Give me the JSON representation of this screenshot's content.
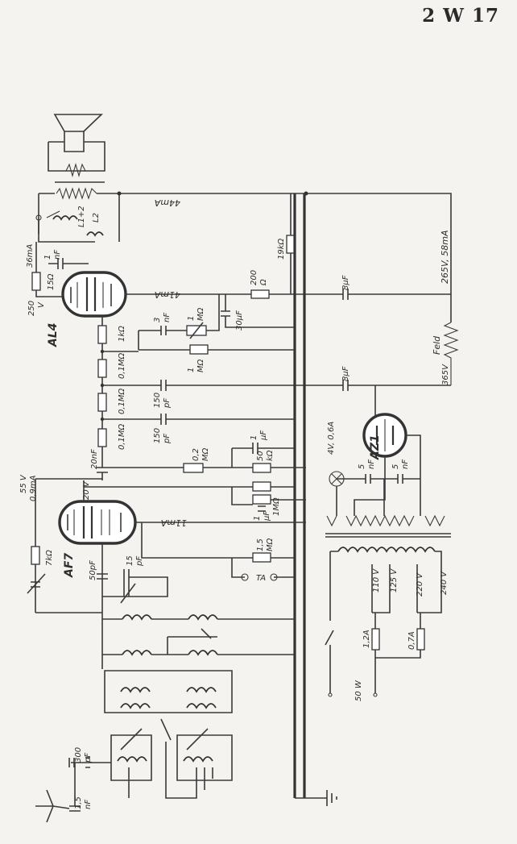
{
  "title": "2 W 17",
  "tubes": {
    "output": "AL4",
    "rf": "AF7",
    "rectifier": "AZ1"
  },
  "labels": {
    "current_44": "44mA",
    "current_41": "41mA",
    "current_11": "11mA",
    "current_36": "36mA",
    "v265": "265V, 58mA",
    "v365": "365V",
    "v250": "250",
    "v250_unit": "V",
    "v55": "55 V",
    "v55_current": "0,9mA",
    "v20": "20 V",
    "feld": "Feld",
    "lamp": "4V, 0,6A",
    "power": "50 W",
    "ta": "TA",
    "coil_l": "L1+2",
    "coil_l2": "L2"
  },
  "resistors": {
    "r19k": "19kΩ",
    "r200": "200",
    "r200_unit": "Ω",
    "r15": "15Ω",
    "r1k": "1kΩ",
    "r01a": "0,1MΩ",
    "r01b": "0,1MΩ",
    "r01c": "0,1MΩ",
    "r1m_val": "1",
    "r1m_unit": "MΩ",
    "pot1_val": "1",
    "pot1_unit": "MΩ",
    "r02_val": "0,2",
    "r02_unit": "MΩ",
    "r50_val": "50",
    "r50_unit": "kΩ",
    "r1m2": "1MΩ",
    "r15m_val": "1,5",
    "r15m_unit": "MΩ",
    "r7k": "7kΩ"
  },
  "capacitors": {
    "c1nf_val": "1",
    "c1nf_unit": "nF",
    "c3nf_val": "3",
    "c3nf_unit": "nF",
    "c30uf": "30μF",
    "c8uf_a": "8μF",
    "c8uf_b": "8μF",
    "c150a_val": "150",
    "c150a_unit": "pF",
    "c150b_val": "150",
    "c150b_unit": "pF",
    "c20nf": "20nF",
    "c1uf_val": "1",
    "c1uf_unit": "μF",
    "c1uf2_val": "1",
    "c1uf2_unit": "μF",
    "c5nf_a_val": "5",
    "c5nf_a_unit": "nF",
    "c5nf_b_val": "5",
    "c5nf_b_unit": "nF",
    "c50pf": "50pF",
    "c15pf_val": "15",
    "c15pf_unit": "pF",
    "c300_val": "300",
    "c300_unit": "pF",
    "c15nf_val": "1,5",
    "c15nf_unit": "nF"
  },
  "mains": {
    "v110": "110 V",
    "v125": "125 V",
    "v220": "220 V",
    "v240": "240 V",
    "fuse_a": "1,2A",
    "fuse_b": "0,7A"
  }
}
